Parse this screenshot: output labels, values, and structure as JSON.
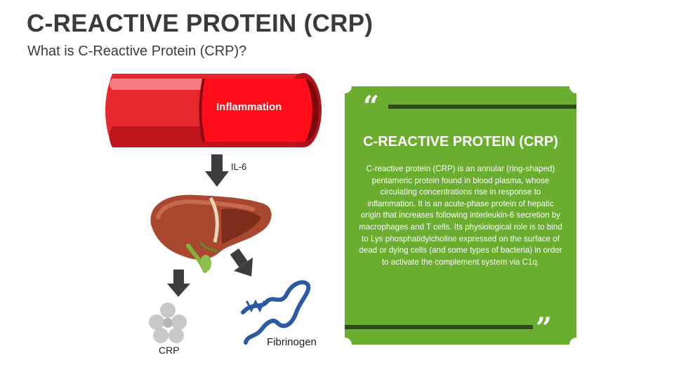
{
  "header": {
    "title": "C-REACTIVE PROTEIN (CRP)",
    "subtitle": "What is C-Reactive Protein (CRP)?"
  },
  "diagram": {
    "vessel_label": "Inflammation",
    "signal_label": "IL-6",
    "output_left_label": "CRP",
    "output_right_label": "Fibrinogen"
  },
  "card": {
    "open_quote": "“",
    "close_quote": "”",
    "title": "C-REACTIVE PROTEIN (CRP)",
    "body": "C-reactive protein (CRP) is an annular (ring-shaped) pentameric protein found in blood plasma, whose circulating concentrations rise in response to inflammation. It is an acute-phase protein of hepatic origin that increases following interleukin-6 secretion by macrophages and T cells. Its physiological role is to bind to Lys phosphatidylcholine expressed on the surface of dead or dying cells (and some types of bacteria) in order to activate the complement system via C1q."
  },
  "colors": {
    "card_green": "#6aad2f",
    "card_bar": "#2f4a1a",
    "vessel_red": "#e11a26",
    "arrow": "#3d3d3d",
    "crp_gray": "#c8c8c8",
    "fibrinogen_blue": "#2b5aa5",
    "liver_brown": "#a9472f"
  },
  "icons": [
    "blood-vessel-icon",
    "arrow-down-icon",
    "liver-icon",
    "crp-pentamer-icon",
    "fibrinogen-icon",
    "quote-open-icon",
    "quote-close-icon"
  ]
}
